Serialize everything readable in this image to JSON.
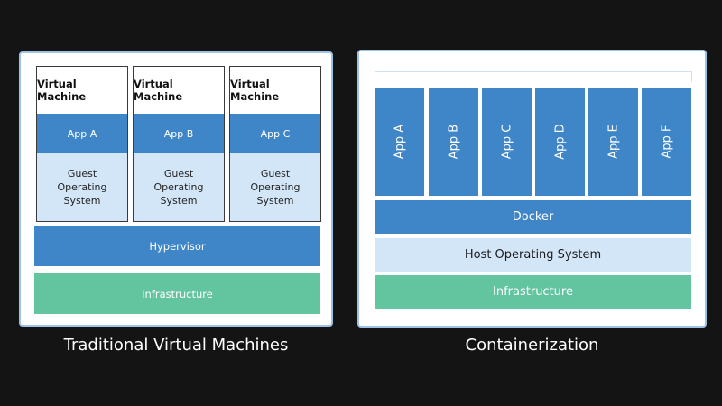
{
  "left": {
    "vms": [
      {
        "title": "Virtual Machine",
        "app": "App A",
        "os": "Guest Operating System"
      },
      {
        "title": "Virtual Machine",
        "app": "App B",
        "os": "Guest Operating System"
      },
      {
        "title": "Virtual Machine",
        "app": "App C",
        "os": "Guest Operating System"
      }
    ],
    "hypervisor": "Hypervisor",
    "infrastructure": "Infrastructure",
    "caption": "Traditional Virtual Machines"
  },
  "right": {
    "apps": [
      "App A",
      "App B",
      "App C",
      "App D",
      "App E",
      "App F"
    ],
    "docker": "Docker",
    "host_os": "Host Operating System",
    "infrastructure": "Infrastructure",
    "caption": "Containerization"
  },
  "colors": {
    "app_blue": "#3f86c9",
    "light_blue": "#d3e6f7",
    "infra_green": "#63c4a0",
    "panel_border": "#9fc3e8",
    "background": "#141414"
  }
}
